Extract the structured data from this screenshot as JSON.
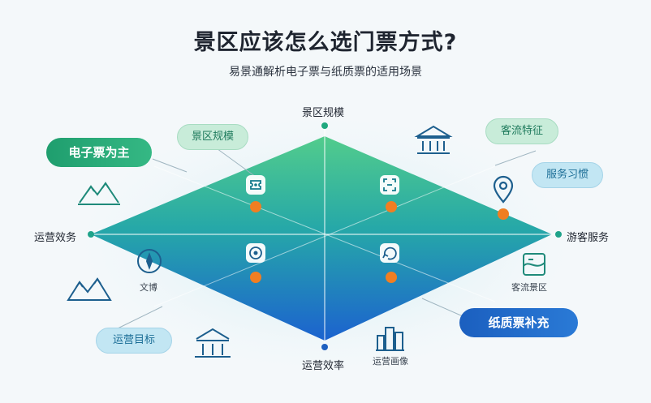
{
  "header": {
    "title": "景区应该怎么选门票方式?",
    "subtitle": "易景通解析电子票与纸质票的适用场景"
  },
  "axes": {
    "top": "景区规模",
    "bottom": "运营效率",
    "left": "运营效务",
    "right": "游客服务"
  },
  "tags": {
    "electronic_main": "电子票为主",
    "scenic_scale": "景区规模",
    "tourist_traits": "客流特征",
    "service_habit": "服务习惯",
    "paper_supplement": "纸质票补充",
    "ops_goal": "运营目标"
  },
  "small_labels": {
    "culture": "文博",
    "tourist_area": "客流景区",
    "ops_profile": "运营画像"
  },
  "colors": {
    "accent_green": "#2fb87a",
    "accent_blue": "#1f6fd0",
    "dot_orange": "#f07e22",
    "icon_teal": "#157a8c",
    "icon_navy": "#1d5f8e"
  },
  "icons": [
    "museum-icon",
    "location-pin-icon",
    "mountain-icon",
    "compass-icon",
    "map-icon",
    "temple-icon",
    "city-icon"
  ]
}
